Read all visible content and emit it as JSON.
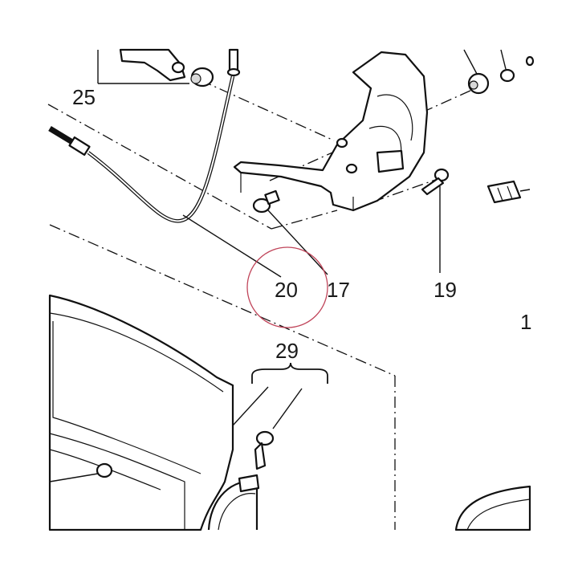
{
  "diagram": {
    "callouts": [
      {
        "id": "25",
        "text": "25"
      },
      {
        "id": "20",
        "text": "20"
      },
      {
        "id": "17",
        "text": "17"
      },
      {
        "id": "19",
        "text": "19"
      },
      {
        "id": "29",
        "text": "29"
      },
      {
        "id": "partial",
        "text": "1"
      }
    ],
    "highlight_color": "#c0455a"
  }
}
